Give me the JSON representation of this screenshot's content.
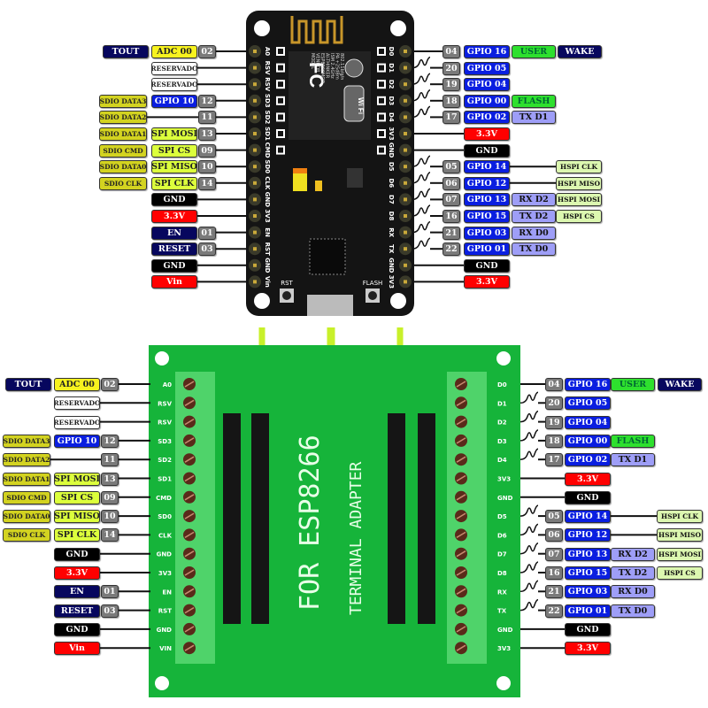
{
  "nodemcu": {
    "module_text": [
      "MODEL",
      "VENDOR",
      "ESP8266MOD",
      "AI-THINKER",
      "ISM 2.4GHz",
      "PA +25dBm",
      "802.11b/g/n"
    ],
    "fc_mark": "FC",
    "wifi_mark": "Wi Fi",
    "rst_button": "RST",
    "flash_button": "FLASH",
    "left_pins": [
      "A0",
      "RSV",
      "RSV",
      "SD3",
      "SD2",
      "SD1",
      "CMD",
      "SD0",
      "CLK",
      "GND",
      "3V3",
      "EN",
      "RST",
      "GND",
      "Vin"
    ],
    "right_pins": [
      "D0",
      "D1",
      "D2",
      "D3",
      "D4",
      "3V3",
      "GND",
      "D5",
      "D6",
      "D7",
      "D8",
      "RX",
      "TX",
      "GND",
      "3V3"
    ]
  },
  "adapter": {
    "title": "FOR ESP8266",
    "subtitle": "TERMINAL ADAPTER",
    "left_pins": [
      "A0",
      "RSV",
      "RSV",
      "SD3",
      "SD2",
      "SD1",
      "CMD",
      "SD0",
      "CLK",
      "GND",
      "3V3",
      "EN",
      "RST",
      "GND",
      "VIN"
    ],
    "right_pins": [
      "D0",
      "D1",
      "D2",
      "D3",
      "D4",
      "3V3",
      "GND",
      "D5",
      "D6",
      "D7",
      "D8",
      "RX",
      "TX",
      "GND",
      "3V3"
    ]
  },
  "left_labels": [
    {
      "pin": "A0",
      "num": "02",
      "main": "ADC 00",
      "main_color": "yel",
      "extra": "TOUT",
      "extra_color": "dark"
    },
    {
      "pin": "RSV",
      "main": "RESERVADO",
      "main_color": "white"
    },
    {
      "pin": "RSV",
      "main": "RESERVADO",
      "main_color": "white"
    },
    {
      "pin": "SD3",
      "num": "12",
      "main": "GPIO 10",
      "main_color": "gpio",
      "extra": "SDIO DATA3",
      "extra_color": "olive"
    },
    {
      "pin": "SD2",
      "num": "11",
      "extra": "SDIO DATA2",
      "extra_color": "olive"
    },
    {
      "pin": "SD1",
      "num": "13",
      "main": "SPI MOSI",
      "main_color": "lime",
      "extra": "SDIO DATA1",
      "extra_color": "olive"
    },
    {
      "pin": "CMD",
      "num": "09",
      "main": "SPI CS",
      "main_color": "lime",
      "extra": "SDIO CMD",
      "extra_color": "olive"
    },
    {
      "pin": "SD0",
      "num": "10",
      "main": "SPI MISO",
      "main_color": "lime",
      "extra": "SDIO DATA0",
      "extra_color": "olive"
    },
    {
      "pin": "CLK",
      "num": "14",
      "main": "SPI CLK",
      "main_color": "lime",
      "extra": "SDIO CLK",
      "extra_color": "olive"
    },
    {
      "pin": "GND",
      "main": "GND",
      "main_color": "black"
    },
    {
      "pin": "3V3",
      "main": "3.3V",
      "main_color": "red"
    },
    {
      "pin": "EN",
      "num": "01",
      "main": "EN",
      "main_color": "dark"
    },
    {
      "pin": "RST",
      "num": "03",
      "main": "RESET",
      "main_color": "dark"
    },
    {
      "pin": "GND",
      "main": "GND",
      "main_color": "black"
    },
    {
      "pin": "Vin",
      "main": "Vin",
      "main_color": "red"
    }
  ],
  "right_labels": [
    {
      "pin": "D0",
      "num": "04",
      "main": "GPIO 16",
      "main_color": "gpio",
      "alt": "USER",
      "alt_color": "green",
      "extra": "WAKE",
      "extra_color": "dark"
    },
    {
      "pin": "D1",
      "num": "20",
      "main": "GPIO 05",
      "main_color": "gpio",
      "wave": true
    },
    {
      "pin": "D2",
      "num": "19",
      "main": "GPIO 04",
      "main_color": "gpio",
      "wave": true
    },
    {
      "pin": "D3",
      "num": "18",
      "main": "GPIO 00",
      "main_color": "gpio",
      "alt": "FLASH",
      "alt_color": "green",
      "wave": true
    },
    {
      "pin": "D4",
      "num": "17",
      "main": "GPIO 02",
      "main_color": "gpio",
      "alt": "TX D1",
      "alt_color": "lav",
      "wave": true
    },
    {
      "pin": "3V3",
      "main": "3.3V",
      "main_color": "red"
    },
    {
      "pin": "GND",
      "main": "GND",
      "main_color": "black"
    },
    {
      "pin": "D5",
      "num": "05",
      "main": "GPIO 14",
      "main_color": "gpio",
      "extra": "HSPI CLK",
      "extra_color": "pale",
      "wave": true
    },
    {
      "pin": "D6",
      "num": "06",
      "main": "GPIO 12",
      "main_color": "gpio",
      "extra": "HSPI MISO",
      "extra_color": "pale",
      "wave": true
    },
    {
      "pin": "D7",
      "num": "07",
      "main": "GPIO 13",
      "main_color": "gpio",
      "alt": "RX D2",
      "alt_color": "lav",
      "extra": "HSPI MOSI",
      "extra_color": "pale",
      "wave": true
    },
    {
      "pin": "D8",
      "num": "16",
      "main": "GPIO 15",
      "main_color": "gpio",
      "alt": "TX D2",
      "alt_color": "lav",
      "extra": "HSPI CS",
      "extra_color": "pale",
      "wave": true
    },
    {
      "pin": "RX",
      "num": "21",
      "main": "GPIO 03",
      "main_color": "gpio",
      "alt": "RX D0",
      "alt_color": "lav",
      "wave": true
    },
    {
      "pin": "TX",
      "num": "22",
      "main": "GPIO 01",
      "main_color": "gpio",
      "alt": "TX D0",
      "alt_color": "lav",
      "wave": true
    },
    {
      "pin": "GND",
      "main": "GND",
      "main_color": "black"
    },
    {
      "pin": "3V3",
      "main": "3.3V",
      "main_color": "red"
    }
  ],
  "colors": {
    "board_black": "#141414",
    "pcb_green": "#16b43a",
    "terminal_green": "#4fd36a",
    "arrow": "#c8f02a",
    "antenna_gold": "#c8962a"
  }
}
